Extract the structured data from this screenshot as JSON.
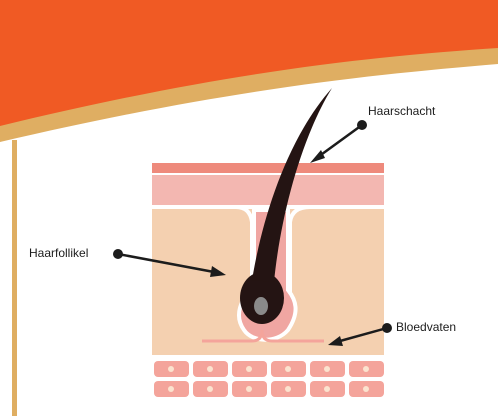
{
  "labels": {
    "hair_shaft": "Haarschacht",
    "hair_follicle": "Haarfollikel",
    "blood_vessels": "Bloedvaten"
  },
  "colors": {
    "banner_orange": "#f05a24",
    "banner_tan": "#dfae62",
    "epidermis_top": "#ee8a7c",
    "epidermis": "#f3b7b1",
    "dermis": "#f4d0b0",
    "follicle_sheath": "#f0a6a2",
    "hair": "#241413",
    "bulb_core": "#8a8a8a",
    "cells": "#f4a49b",
    "cell_nucleus": "#fbe3cf",
    "outline": "#ffffff"
  },
  "icons": [
    "pointer-dot",
    "arrow-head"
  ]
}
